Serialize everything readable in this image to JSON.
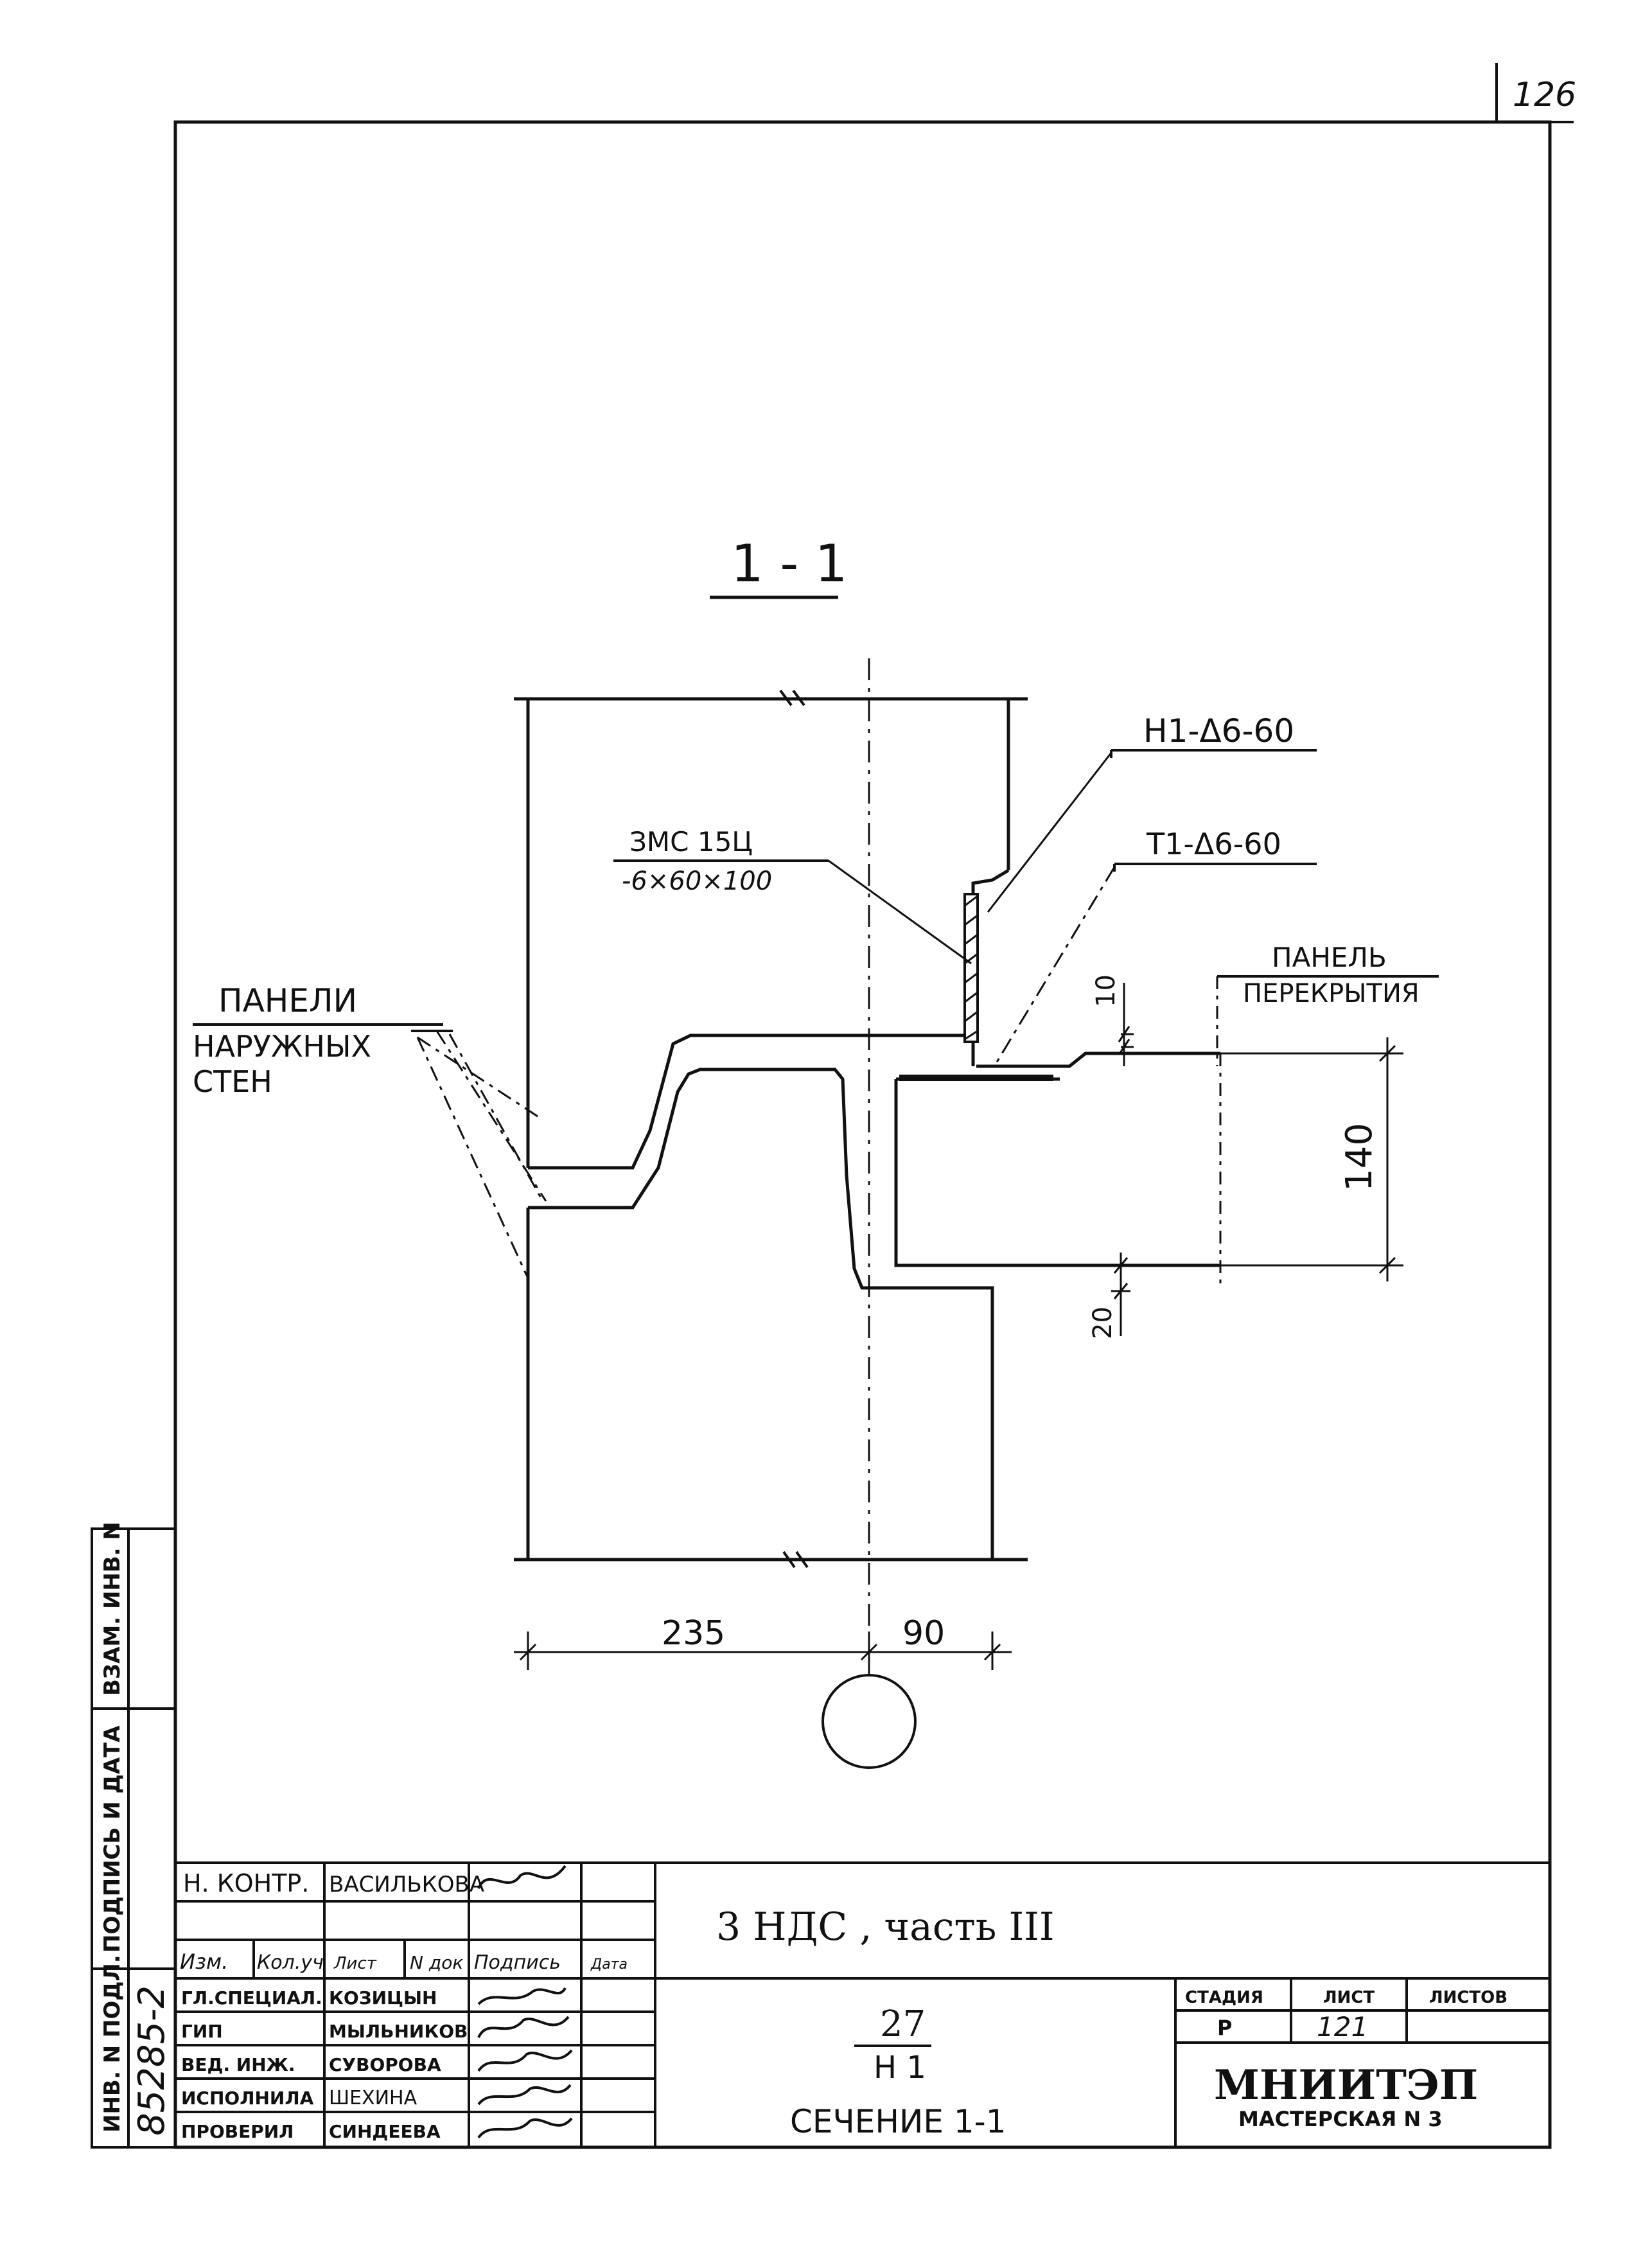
{
  "page_number": "126",
  "section_title": "1 - 1",
  "labels": {
    "h1": "Н1-Δ6-60",
    "t1": "Т1-Δ6-60",
    "zms": "ЗМС 15Ц",
    "plate": "-6×60×100",
    "panels_l1": "ПАНЕЛИ",
    "panels_l2": "НАРУЖНЫХ",
    "panels_l3": "СТЕН",
    "slab_l1": "ПАНЕЛЬ",
    "slab_l2": "ПЕРЕКРЫТИЯ"
  },
  "dimensions": {
    "d10": "10",
    "d140": "140",
    "d20": "20",
    "d235": "235",
    "d90": "90"
  },
  "side_stamp": {
    "vzam": "ВЗАМ. ИНВ. N",
    "podpis": "ПОДПИСЬ И ДАТА",
    "inv": "ИНВ. N ПОДЛ.",
    "inv_value": "85285-2"
  },
  "title_block": {
    "n_kontr": "Н. КОНТР.",
    "n_kontr_name": "ВАСИЛЬКОВА",
    "col_izm": "Изм.",
    "col_koluch": "Кол.уч",
    "col_list": "Лист",
    "col_ndok": "N док",
    "col_podpis": "Подпись",
    "col_data": "Дата",
    "rows": [
      {
        "role": "ГЛ.СПЕЦИАЛ.",
        "name": "КОЗИЦЫН"
      },
      {
        "role": "ГИП",
        "name": "МЫЛЬНИКОВ"
      },
      {
        "role": "ВЕД. ИНЖ.",
        "name": "СУВОРОВА"
      },
      {
        "role": "ИСПОЛНИЛА",
        "name": "ШЕХИНА"
      },
      {
        "role": "ПРОВЕРИЛ",
        "name": "СИНДЕЕВА"
      }
    ],
    "project": "3 НДС , часть III",
    "sheet_code_top": "27",
    "sheet_code_bottom": "Н 1",
    "sheet_title": "СЕЧЕНИЕ 1-1",
    "stage_label": "СТАДИЯ",
    "list_label": "ЛИСТ",
    "lists_label": "ЛИСТОВ",
    "stage_value": "Р",
    "list_value": "121",
    "lists_value": "",
    "org_name": "МНИИТЭП",
    "org_sub": "МАСТЕРСКАЯ N 3"
  }
}
